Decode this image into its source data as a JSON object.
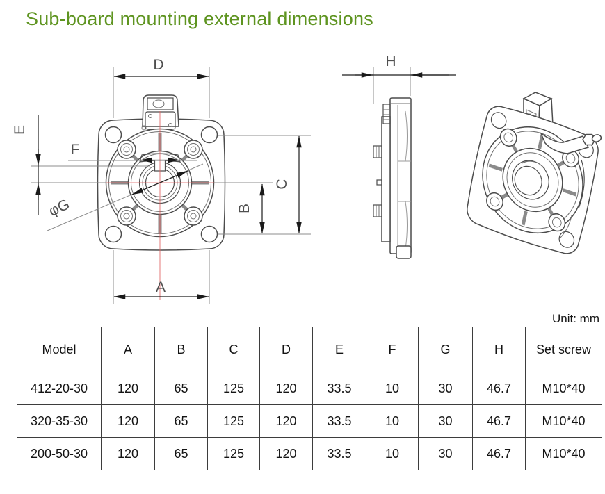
{
  "title": "Sub-board mounting external dimensions",
  "unit_note": "Unit: mm",
  "dimension_labels": {
    "A": "A",
    "B": "B",
    "C": "C",
    "D": "D",
    "E": "E",
    "F": "F",
    "G": "φG",
    "H": "H"
  },
  "table": {
    "columns": [
      "Model",
      "A",
      "B",
      "C",
      "D",
      "E",
      "F",
      "G",
      "H",
      "Set screw"
    ],
    "rows": [
      [
        "412-20-30",
        "120",
        "65",
        "125",
        "120",
        "33.5",
        "10",
        "30",
        "46.7",
        "M10*40"
      ],
      [
        "320-35-30",
        "120",
        "65",
        "125",
        "120",
        "33.5",
        "10",
        "30",
        "46.7",
        "M10*40"
      ],
      [
        "200-50-30",
        "120",
        "65",
        "125",
        "120",
        "33.5",
        "10",
        "30",
        "46.7",
        "M10*40"
      ]
    ]
  },
  "colors": {
    "title_green": "#5e9420",
    "centerline_red": "#e06666",
    "drawing_line": "#4c4c4c",
    "dimension_line": "#1d1d1d",
    "table_border": "#3d3d3d"
  }
}
